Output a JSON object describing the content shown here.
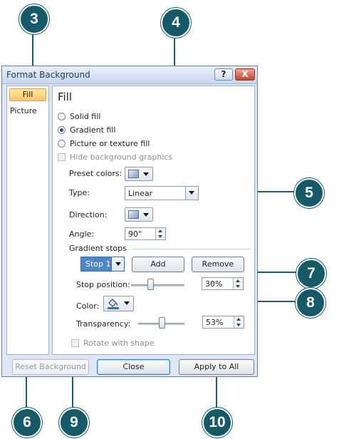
{
  "window": {
    "title": "Format Background",
    "help_label": "?",
    "close_label": "X"
  },
  "nav": {
    "items": [
      {
        "label": "Fill"
      },
      {
        "label": "Picture"
      }
    ]
  },
  "panel": {
    "title": "Fill",
    "radios": [
      {
        "label": "Solid fill"
      },
      {
        "label": "Gradient fill"
      },
      {
        "label": "Picture or texture fill"
      }
    ],
    "hide_background_graphics": "Hide background graphics",
    "preset_colors_label": "Preset colors:",
    "type_label": "Type:",
    "type_value": "Linear",
    "direction_label": "Direction:",
    "angle_label": "Angle:",
    "angle_value": "90°",
    "gradient_stops_label": "Gradient stops",
    "stop_value": "Stop 1",
    "add_label": "Add",
    "remove_label": "Remove",
    "stop_position_label": "Stop position:",
    "stop_position_value": "30%",
    "color_label": "Color:",
    "transparency_label": "Transparency:",
    "transparency_value": "53%",
    "rotate_with_shape": "Rotate with shape"
  },
  "buttons": {
    "reset_background": "Reset Background",
    "close": "Close",
    "apply_to_all": "Apply to All"
  },
  "callouts": [
    "3",
    "4",
    "5",
    "6",
    "7",
    "8",
    "9",
    "10"
  ]
}
